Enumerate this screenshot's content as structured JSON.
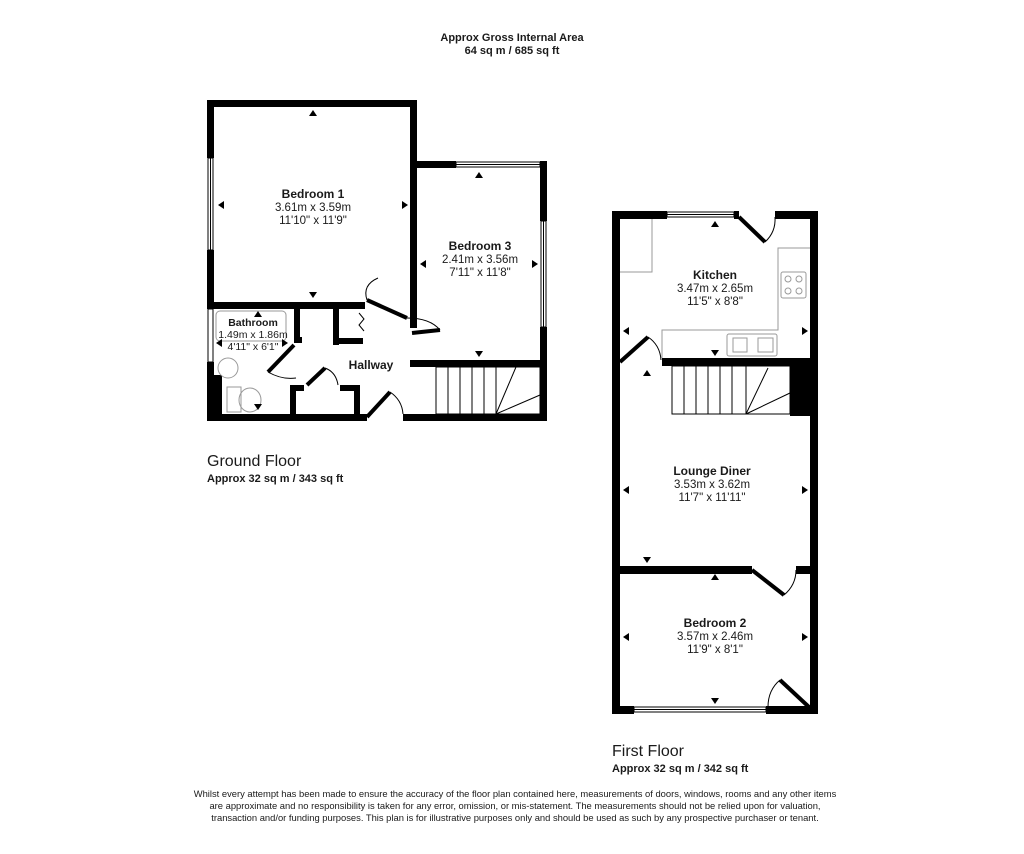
{
  "header": {
    "title": "Approx Gross Internal Area",
    "area": "64 sq m / 685 sq ft"
  },
  "ground_floor": {
    "title": "Ground Floor",
    "area": "Approx 32 sq m / 343 sq ft",
    "rooms": [
      {
        "name": "Bedroom 1",
        "metric": "3.61m x 3.59m",
        "imperial": "11'10\" x 11'9\""
      },
      {
        "name": "Bedroom 3",
        "metric": "2.41m x 3.56m",
        "imperial": "7'11\" x 11'8\""
      },
      {
        "name": "Bathroom",
        "metric": "1.49m x 1.86m",
        "imperial": "4'11\" x 6'1\""
      },
      {
        "name": "Hallway"
      }
    ]
  },
  "first_floor": {
    "title": "First Floor",
    "area": "Approx 32 sq m / 342 sq ft",
    "rooms": [
      {
        "name": "Kitchen",
        "metric": "3.47m x 2.65m",
        "imperial": "11'5\" x 8'8\""
      },
      {
        "name": "Lounge Diner",
        "metric": "3.53m x 3.62m",
        "imperial": "11'7\" x 11'11\""
      },
      {
        "name": "Bedroom 2",
        "metric": "3.57m x 2.46m",
        "imperial": "11'9\" x 8'1\""
      }
    ]
  },
  "colors": {
    "wall": "#000000",
    "fixture": "#9a9a9a",
    "background": "#ffffff"
  },
  "disclaimer": "Whilst every attempt has been made to ensure the accuracy of the floor plan contained here, measurements of doors, windows, rooms and any other items are approximate and no responsibility is taken for any error, omission, or mis-statement. The measurements should not be relied upon for valuation, transaction and/or funding purposes. This plan is for illustrative purposes only and should be used as such by any prospective purchaser or tenant."
}
